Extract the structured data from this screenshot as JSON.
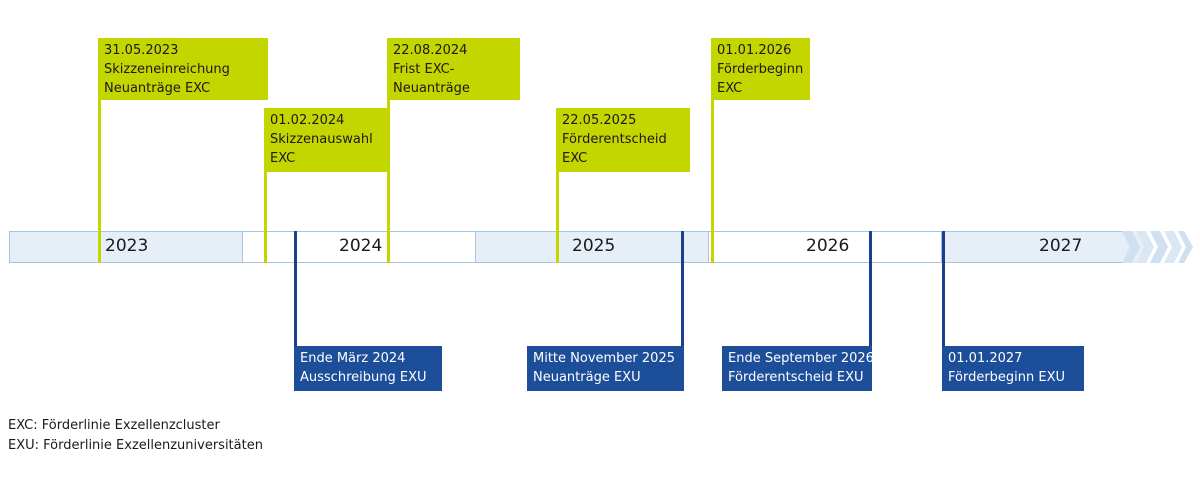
{
  "years": [
    "2023",
    "2024",
    "2025",
    "2026",
    "2027"
  ],
  "exc_events": [
    {
      "date": "31.05.2023",
      "line1": "Skizzeneinreichung",
      "line2": "Neuanträge EXC"
    },
    {
      "date": "01.02.2024",
      "line1": "Skizzenauswahl",
      "line2": "EXC"
    },
    {
      "date": "22.08.2024",
      "line1": "Frist EXC-",
      "line2": "Neuanträge"
    },
    {
      "date": "22.05.2025",
      "line1": "Förderentscheid",
      "line2": "EXC"
    },
    {
      "date": "01.01.2026",
      "line1": "Förderbeginn",
      "line2": "EXC"
    }
  ],
  "exu_events": [
    {
      "date": "Ende März 2024",
      "line1": "Ausschreibung EXU"
    },
    {
      "date": "Mitte November 2025",
      "line1": "Neuanträge EXU"
    },
    {
      "date": "Ende September 2026",
      "line1": "Förderentscheid EXU"
    },
    {
      "date": "01.01.2027",
      "line1": "Förderbeginn EXU"
    }
  ],
  "legend": {
    "exc": "EXC: Förderlinie Exzellenzcluster",
    "exu": "EXU: Förderlinie Exzellenzuniversitäten"
  },
  "colors": {
    "exc": "#c4d600",
    "exu": "#1d4e9a",
    "bar_shaded": "#e6eef8",
    "bar_border": "#a8c3df"
  }
}
